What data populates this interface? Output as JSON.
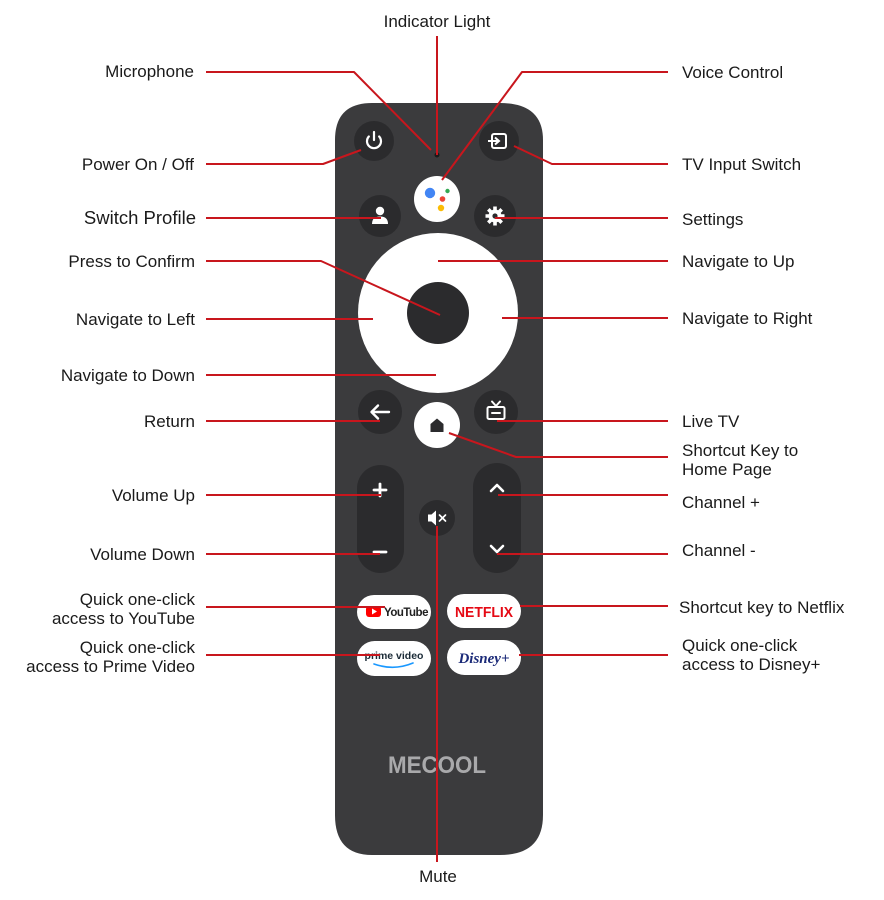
{
  "brand": {
    "name": "MECOOL"
  },
  "colors": {
    "remote_body": "#3b3b3d",
    "button_dark": "#2b2b2d",
    "dpad": "#ffffff",
    "leader_line": "#c8161d",
    "youtube_red": "#ff0000",
    "netflix_red": "#e50914",
    "google_blue": "#4285f4",
    "google_red": "#ea4335",
    "google_yellow": "#fbbc05",
    "google_green": "#34a853"
  },
  "buttons": {
    "youtube": "YouTube",
    "netflix": "NETFLIX",
    "prime": "prime video",
    "disney": "Disney+"
  },
  "icons": {
    "power": "power-icon",
    "input": "input-switch-icon",
    "profile": "person-icon",
    "settings": "gear-icon",
    "assistant": "google-assistant-icon",
    "back": "arrow-left-icon",
    "home": "home-icon",
    "live_tv": "tv-icon",
    "volume_up": "plus-icon",
    "volume_down": "minus-icon",
    "mute": "mute-icon",
    "channel_up": "chevron-up-icon",
    "channel_down": "chevron-down-icon"
  },
  "labels": {
    "indicator_light": "Indicator Light",
    "microphone": "Microphone",
    "voice_control": "Voice Control",
    "power": "Power On / Off",
    "tv_input": "TV Input Switch",
    "switch_profile": "Switch Profile",
    "settings": "Settings",
    "confirm": "Press to Confirm",
    "nav_up": "Navigate to Up",
    "nav_left": "Navigate to Left",
    "nav_right": "Navigate to Right",
    "nav_down": "Navigate to Down",
    "return": "Return",
    "live_tv": "Live TV",
    "home_1": "Shortcut Key to",
    "home_2": "Home Page",
    "volume_up": "Volume Up",
    "channel_plus": "Channel +",
    "volume_down": "Volume Down",
    "channel_minus": "Channel -",
    "youtube_1": "Quick one-click",
    "youtube_2": "access to YouTube",
    "netflix": "Shortcut key to Netflix",
    "prime_1": "Quick one-click",
    "prime_2": "access to Prime Video",
    "disney_1": "Quick one-click",
    "disney_2": "access to Disney+",
    "mute": "Mute"
  }
}
